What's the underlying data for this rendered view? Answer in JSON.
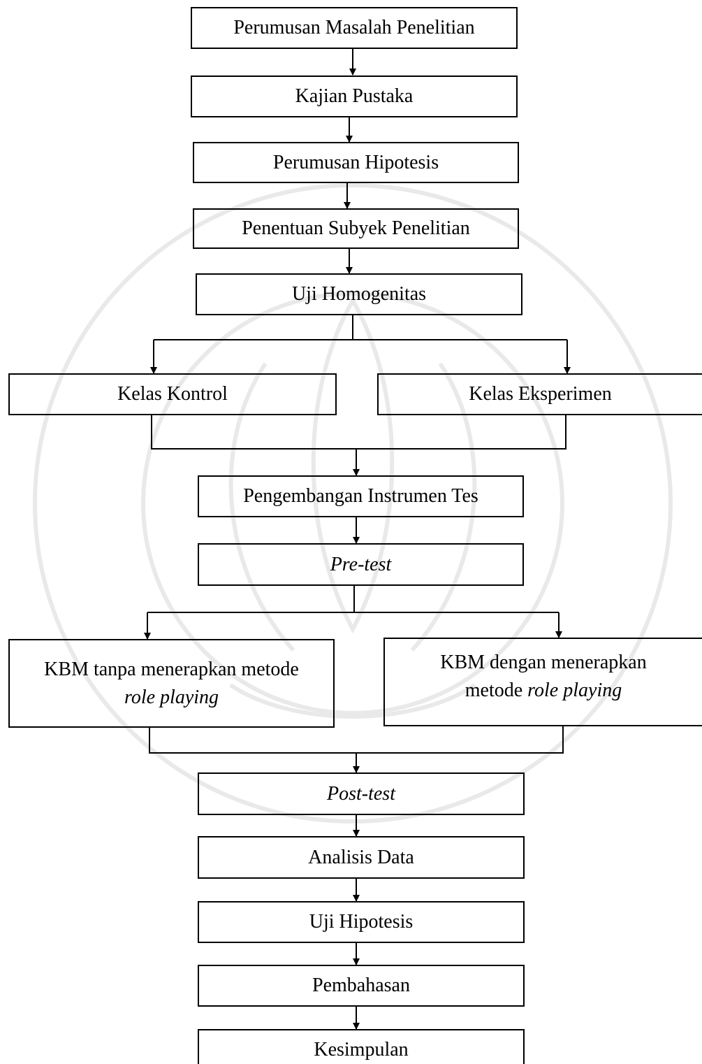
{
  "diagram": {
    "nodes": [
      {
        "id": "n1",
        "label": "Perumusan Masalah Penelitian"
      },
      {
        "id": "n2",
        "label": "Kajian Pustaka"
      },
      {
        "id": "n3",
        "label": "Perumusan Hipotesis"
      },
      {
        "id": "n4",
        "label": "Penentuan Subyek Penelitian"
      },
      {
        "id": "n5",
        "label": "Uji Homogenitas"
      },
      {
        "id": "n6",
        "label": "Kelas Kontrol"
      },
      {
        "id": "n7",
        "label": "Kelas Eksperimen"
      },
      {
        "id": "n8",
        "label": "Pengembangan Instrumen Tes"
      },
      {
        "id": "n9",
        "label": "Pre-test"
      },
      {
        "id": "n10",
        "label_line1": "KBM tanpa menerapkan metode",
        "label_line2": "role playing"
      },
      {
        "id": "n11",
        "label_line1": "KBM dengan menerapkan",
        "label_line2_prefix": "metode ",
        "label_line2_italic": "role playing"
      },
      {
        "id": "n12",
        "label": "Post-test"
      },
      {
        "id": "n13",
        "label": "Analisis Data"
      },
      {
        "id": "n14",
        "label": "Uji Hipotesis"
      },
      {
        "id": "n15",
        "label": "Pembahasan"
      },
      {
        "id": "n16",
        "label": "Kesimpulan"
      }
    ],
    "edges": [
      {
        "from": "n1",
        "to": "n2"
      },
      {
        "from": "n2",
        "to": "n3"
      },
      {
        "from": "n3",
        "to": "n4"
      },
      {
        "from": "n4",
        "to": "n5"
      },
      {
        "from": "n5",
        "to": "n6"
      },
      {
        "from": "n5",
        "to": "n7"
      },
      {
        "from": "n6",
        "to": "n8"
      },
      {
        "from": "n7",
        "to": "n8"
      },
      {
        "from": "n8",
        "to": "n9"
      },
      {
        "from": "n9",
        "to": "n10"
      },
      {
        "from": "n9",
        "to": "n11"
      },
      {
        "from": "n10",
        "to": "n12"
      },
      {
        "from": "n11",
        "to": "n12"
      },
      {
        "from": "n12",
        "to": "n13"
      },
      {
        "from": "n13",
        "to": "n14"
      },
      {
        "from": "n14",
        "to": "n15"
      },
      {
        "from": "n15",
        "to": "n16"
      }
    ]
  }
}
